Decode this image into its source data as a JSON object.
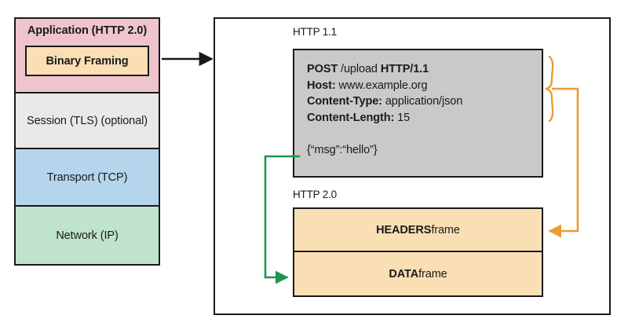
{
  "stack": {
    "layers": [
      {
        "id": "application",
        "label": "Application (HTTP 2.0)",
        "color": "#efc4cb"
      },
      {
        "id": "session",
        "label": "Session (TLS) (optional)",
        "color": "#e9e9e9"
      },
      {
        "id": "transport",
        "label": "Transport (TCP)",
        "color": "#b5d5ec"
      },
      {
        "id": "network",
        "label": "Network (IP)",
        "color": "#bfe3cd"
      }
    ],
    "inner_box": {
      "label": "Binary Framing",
      "color": "#fbdfb4"
    }
  },
  "panel": {
    "http11": {
      "caption": "HTTP 1.1",
      "box_color": "#c9c9c9",
      "request_line": {
        "method": "POST",
        "path": " /upload ",
        "version": "HTTP/1.1"
      },
      "headers": [
        {
          "name": "Host:",
          "value": " www.example.org"
        },
        {
          "name": "Content-Type:",
          "value": " application/json"
        },
        {
          "name": "Content-Length:",
          "value": " 15"
        }
      ],
      "body": "{“msg”:“hello”}"
    },
    "http20": {
      "caption": "HTTP 2.0",
      "box_color": "#fbdfb4",
      "frames": [
        {
          "id": "headers-frame",
          "name": "HEADERS",
          "suffix": " frame"
        },
        {
          "id": "data-frame",
          "name": "DATA",
          "suffix": " frame"
        }
      ]
    }
  },
  "connectors": {
    "stack_to_panel": {
      "id": "black-arrow",
      "color": "#1a1a1a"
    },
    "headers_mapping": {
      "id": "orange-brace-arrow",
      "color": "#ed9b33"
    },
    "body_mapping": {
      "id": "green-arrow",
      "color": "#1a9850"
    }
  }
}
